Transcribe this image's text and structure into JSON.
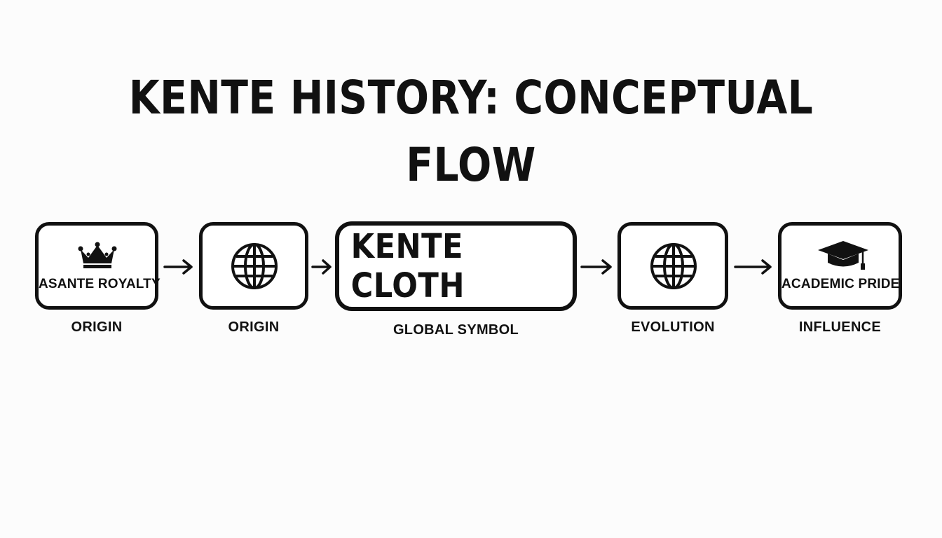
{
  "title": "KENTE HISTORY: CONCEPTUAL FLOW",
  "nodes": [
    {
      "icon": "crown-icon",
      "label": "ASANTE ROYALTY",
      "caption": "ORIGIN"
    },
    {
      "icon": "globe-icon",
      "label": "",
      "caption": "ORIGIN"
    },
    {
      "icon": "",
      "label": "KENTE CLOTH",
      "caption": "GLOBAL SYMBOL"
    },
    {
      "icon": "globe-icon",
      "label": "",
      "caption": "EVOLUTION"
    },
    {
      "icon": "graduation-cap-icon",
      "label": "ACADEMIC PRIDE",
      "caption": "INFLUENCE"
    }
  ]
}
